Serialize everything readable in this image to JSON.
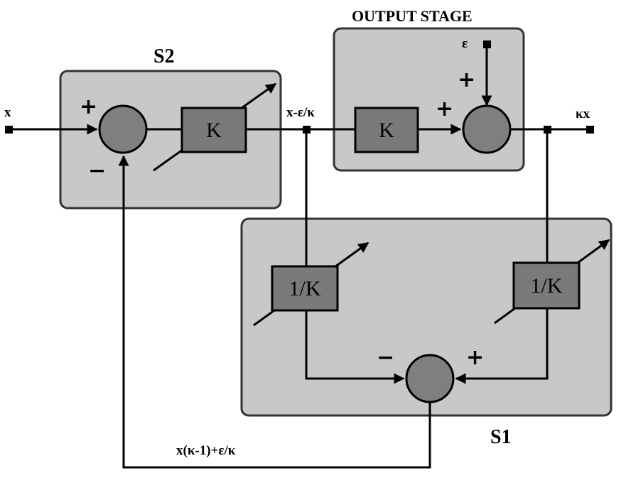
{
  "groups": {
    "s2_title": "S2",
    "output_title": "OUTPUT STAGE",
    "s1_title": "S1"
  },
  "signals": {
    "input": "x",
    "mid": "x-ε/κ",
    "output": "κx",
    "eps": "ε",
    "feedback": "x(κ-1)+ε/κ"
  },
  "blocks": {
    "s2_gain": "K",
    "out_gain": "K",
    "s1_left": "1/K",
    "s1_right": "1/K"
  },
  "signs": {
    "plus": "+",
    "minus": "−"
  },
  "colors": {
    "panel": "#c8c8c8",
    "block": "#7a7a7a",
    "summer": "#7f7f7f",
    "line": "#000000"
  }
}
